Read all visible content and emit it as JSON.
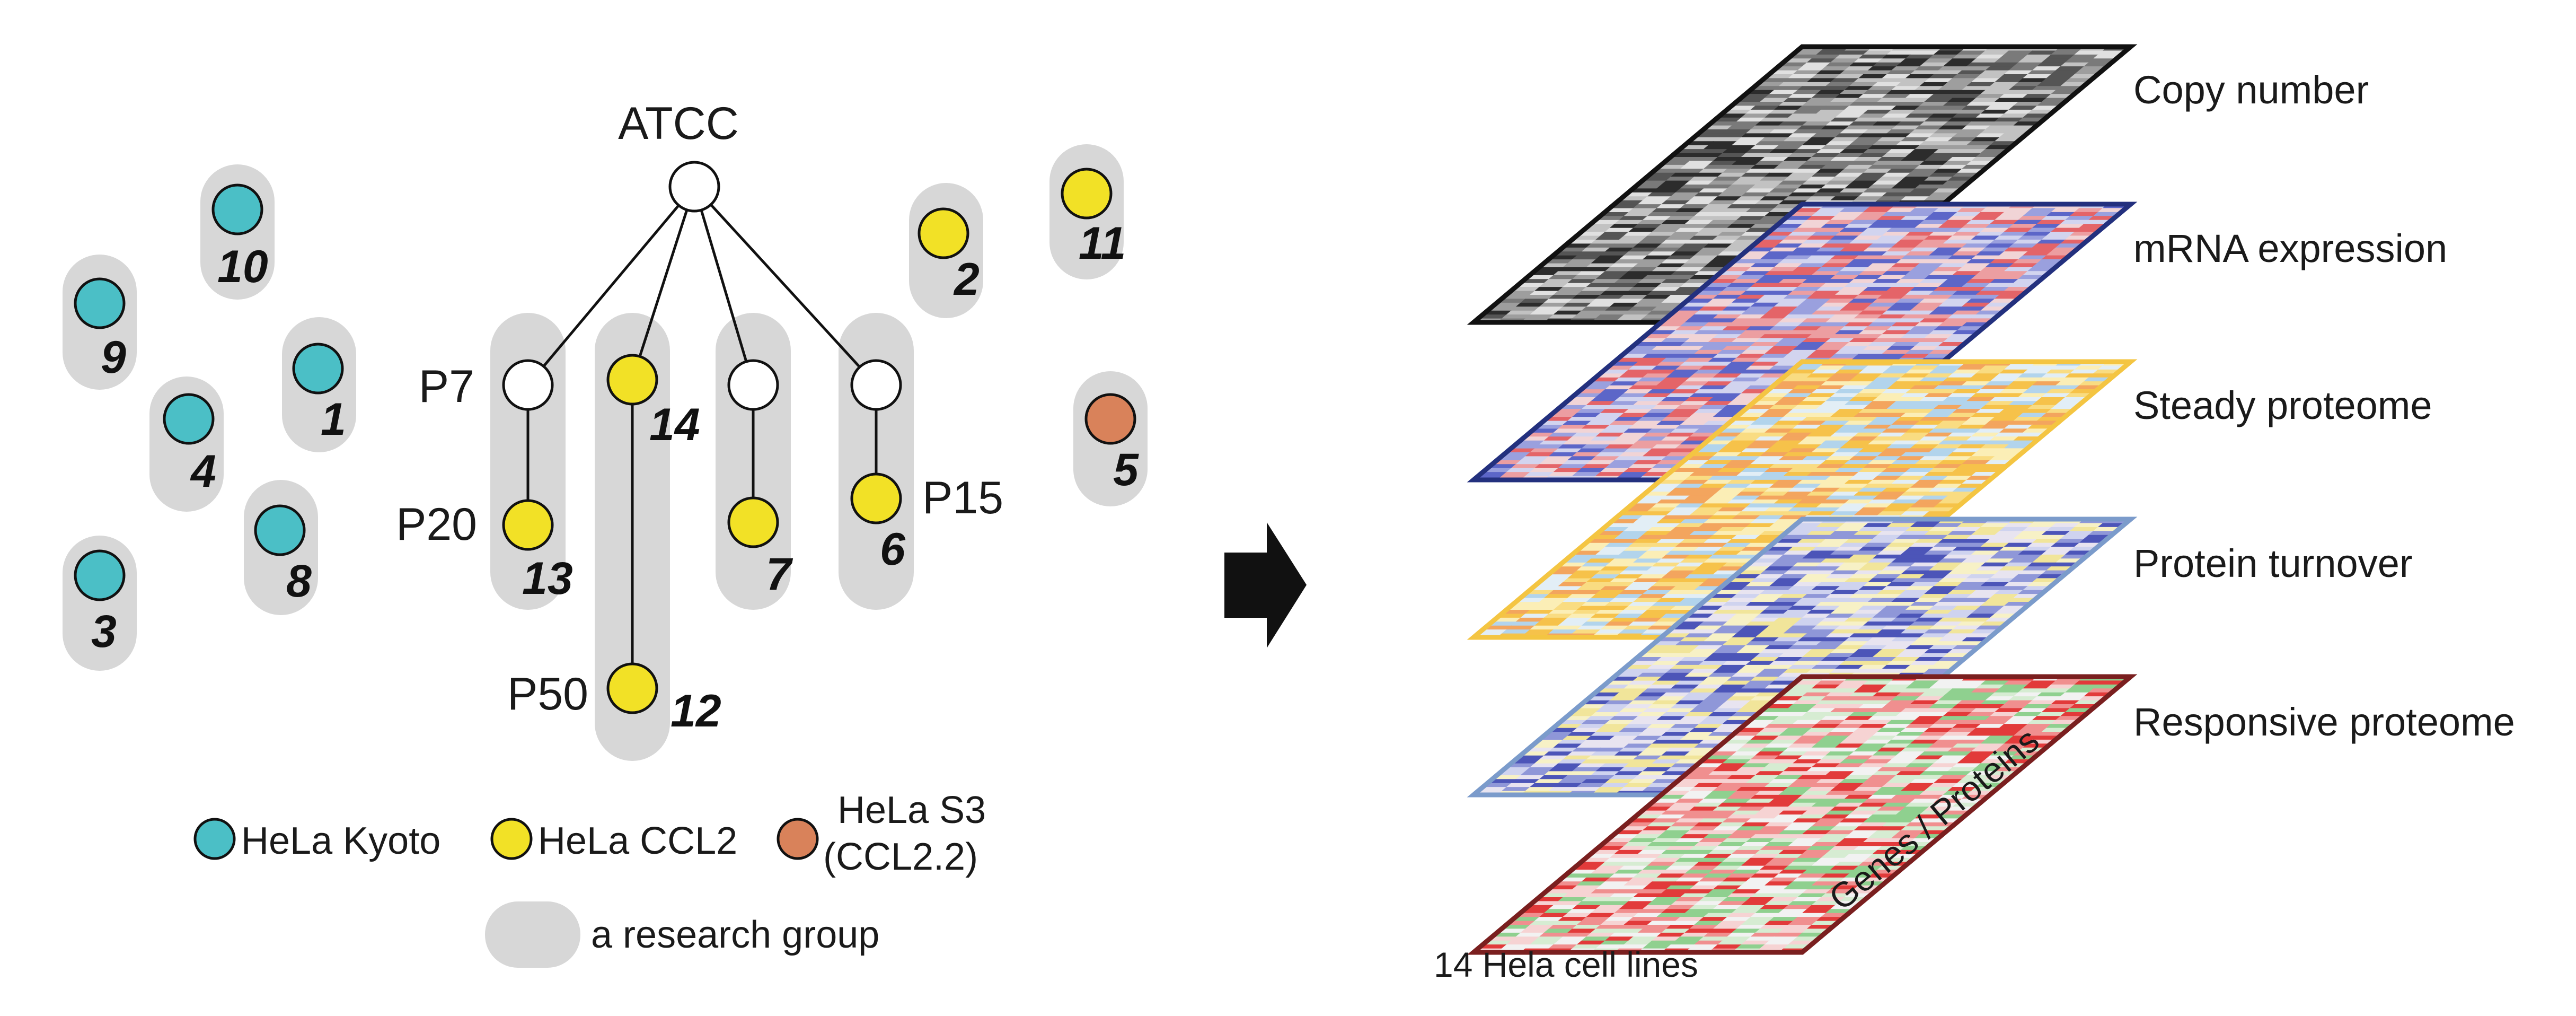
{
  "colors": {
    "kyoto": "#4bbfc6",
    "ccl2": "#f2e126",
    "s3": "#d9825a",
    "atcc": "#ffffff",
    "group": "#d7d7d7"
  },
  "tree": {
    "root_label": "ATCC",
    "passages": [
      {
        "label": "P7"
      },
      {
        "label": "P20"
      },
      {
        "label": "P50"
      },
      {
        "label": "P15"
      }
    ],
    "members": [
      {
        "id": "14",
        "label": "14",
        "type": "ccl2"
      },
      {
        "id": "13",
        "label": "13",
        "type": "ccl2"
      },
      {
        "id": "12",
        "label": "12",
        "type": "ccl2"
      },
      {
        "id": "7",
        "label": "7",
        "type": "ccl2"
      },
      {
        "id": "6",
        "label": "6",
        "type": "ccl2"
      }
    ]
  },
  "singles": [
    {
      "id": "10",
      "label": "10",
      "type": "kyoto"
    },
    {
      "id": "9",
      "label": "9",
      "type": "kyoto"
    },
    {
      "id": "1",
      "label": "1",
      "type": "kyoto"
    },
    {
      "id": "4",
      "label": "4",
      "type": "kyoto"
    },
    {
      "id": "8",
      "label": "8",
      "type": "kyoto"
    },
    {
      "id": "3",
      "label": "3",
      "type": "kyoto"
    },
    {
      "id": "2",
      "label": "2",
      "type": "ccl2"
    },
    {
      "id": "11",
      "label": "11",
      "type": "ccl2"
    },
    {
      "id": "5",
      "label": "5",
      "type": "s3"
    }
  ],
  "legend": {
    "kyoto": "HeLa Kyoto",
    "ccl2": "HeLa CCL2",
    "s3_line1": "HeLa S3",
    "s3_line2": "(CCL2.2)",
    "group": "a research group"
  },
  "layers": [
    {
      "id": "copy",
      "label": "Copy number",
      "border": "#111111",
      "palette": [
        "#2c2c2c",
        "#555555",
        "#7a7a7a",
        "#9e9e9e",
        "#c2c2c2",
        "#e0e0e0"
      ]
    },
    {
      "id": "mrna",
      "label": "mRNA expression",
      "border": "#23307e",
      "palette": [
        "#5c66c8",
        "#9aa0de",
        "#d2d4ef",
        "#f1d4d6",
        "#ec9ea1",
        "#e46468"
      ]
    },
    {
      "id": "steady",
      "label": "Steady proteome",
      "border": "#f4c542",
      "palette": [
        "#f6c24a",
        "#f9dc82",
        "#fbeeb6",
        "#e2eef6",
        "#b2d4ec",
        "#f3a55e"
      ]
    },
    {
      "id": "turnover",
      "label": "Protein turnover",
      "border": "#7b9bcb",
      "palette": [
        "#4c55b8",
        "#8f97d8",
        "#cfd3ef",
        "#f7f1c6",
        "#f1e59a",
        "#e8e4f0"
      ]
    },
    {
      "id": "responsive",
      "label": "Responsive proteome",
      "border": "#7a1f1f",
      "palette": [
        "#e23a3a",
        "#f08f8f",
        "#f6d3d3",
        "#d6ecd2",
        "#8fd08f",
        "#f2f2f2"
      ]
    }
  ],
  "axes": {
    "x_label": "14 Hela cell lines",
    "y_label": "Genes / Proteins"
  },
  "arrow_icon": "right-arrow"
}
